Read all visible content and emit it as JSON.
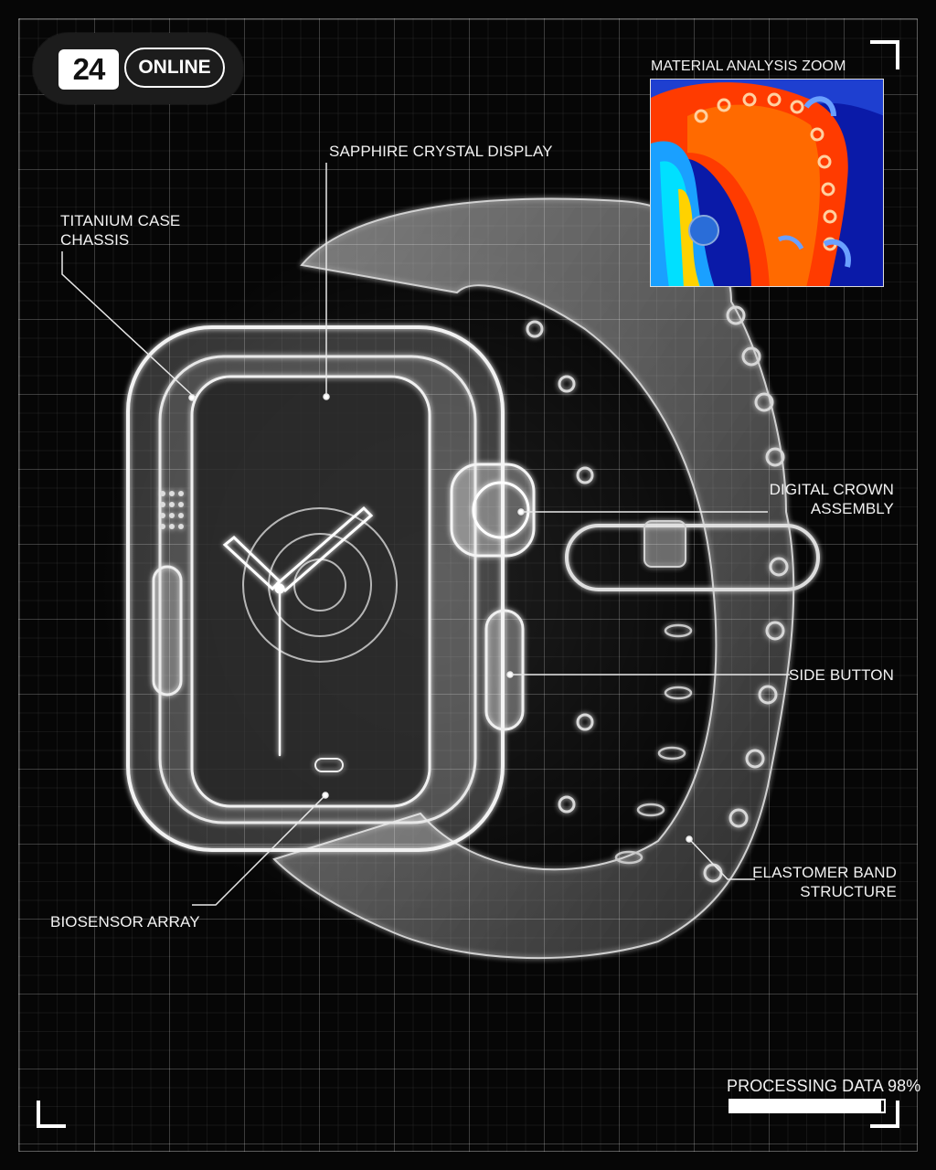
{
  "brand": {
    "number": "24",
    "word": "ONLINE"
  },
  "callouts": {
    "sapphire": "SAPPHIRE CRYSTAL DISPLAY",
    "titanium_line1": "TITANIUM CASE",
    "titanium_line2": "CHASSIS",
    "crown_line1": "DIGITAL CROWN",
    "crown_line2": "ASSEMBLY",
    "side_button": "SIDE BUTTON",
    "band_line1": "ELASTOMER BAND",
    "band_line2": "STRUCTURE",
    "biosensor": "BIOSENSOR ARRAY"
  },
  "inset": {
    "title": "MATERIAL ANALYSIS ZOOM"
  },
  "progress": {
    "label": "PROCESSING DATA 98%",
    "value": 0.98
  },
  "colors": {
    "background": "#050505",
    "line": "#ffffff",
    "thermal_hot": "#ff3b00",
    "thermal_cold": "#0a1aa8"
  }
}
